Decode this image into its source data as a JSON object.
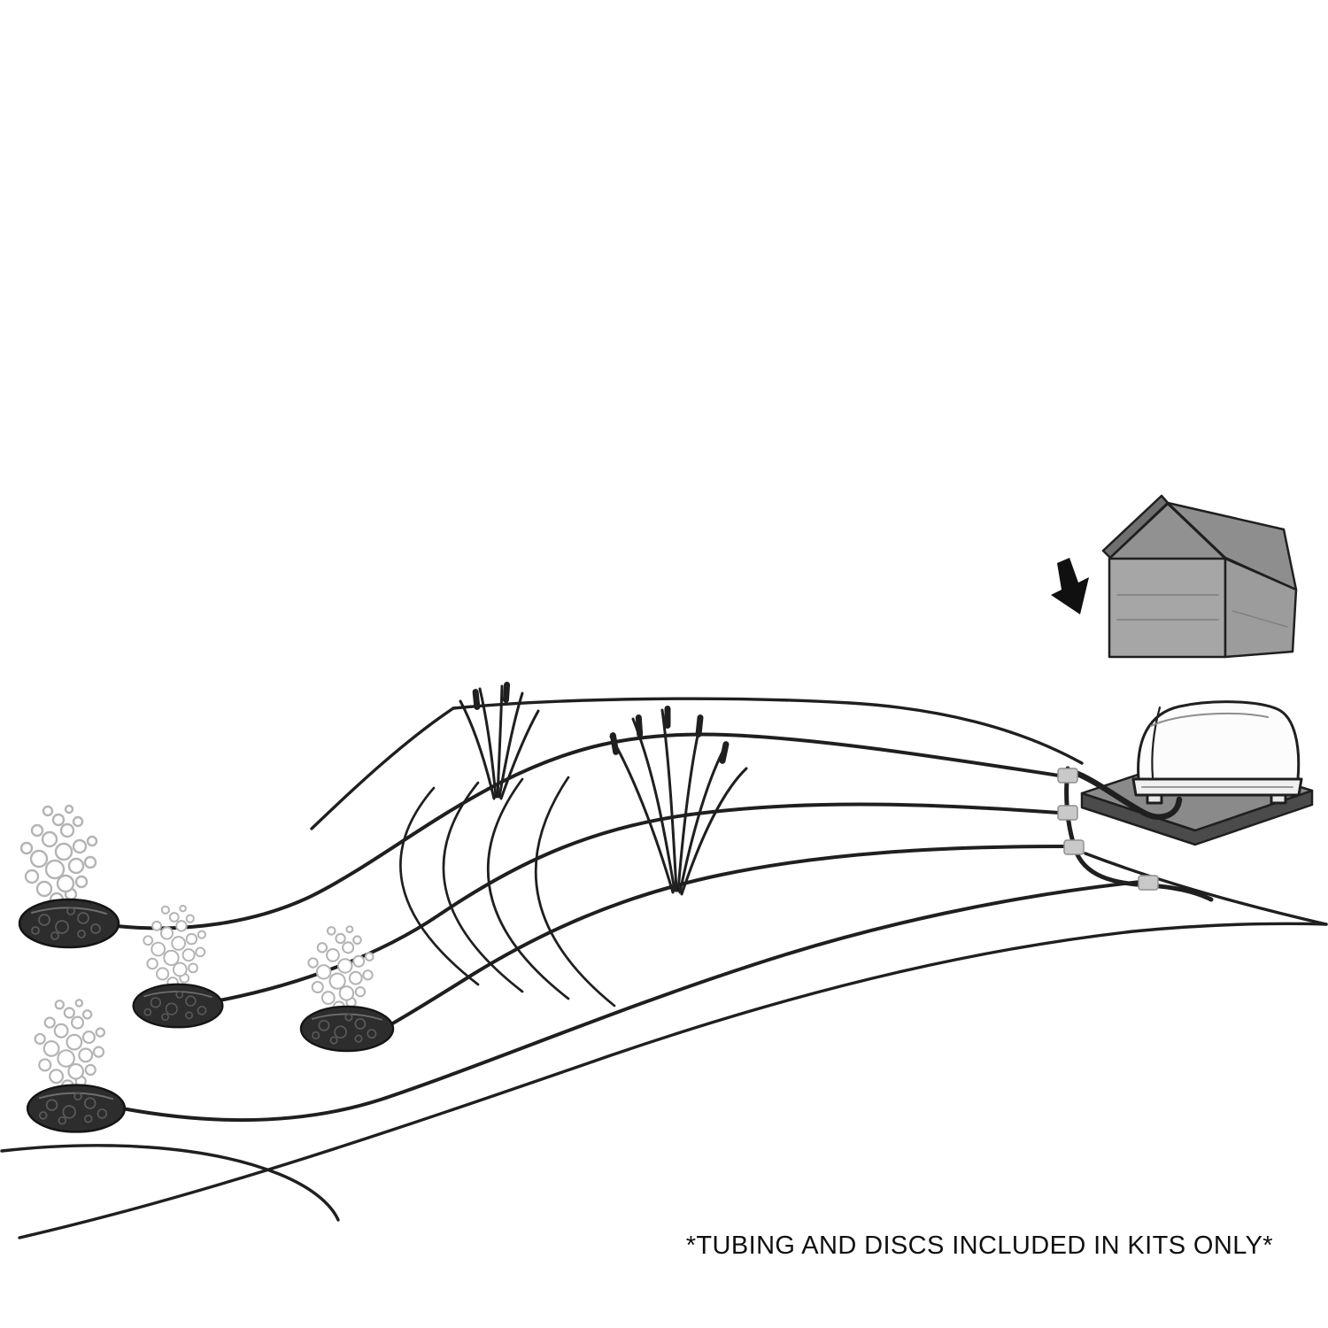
{
  "page": {
    "background": "#ffffff",
    "footnote": "*TUBING AND DISCS INCLUDED IN KITS ONLY*"
  },
  "diagram": {
    "description": "pond-aeration-system-line-drawing",
    "disc_count": 4,
    "icons": {
      "shed": "shed-icon",
      "arrow": "arrow-down-right-icon",
      "pump": "air-pump-icon",
      "pad": "pump-pad",
      "tubing": "airline-tubing",
      "connectors": "tubing-connectors",
      "discs": "aerator-disc-icon",
      "bubbles": "bubbles-icon",
      "cattails": "cattails-icon",
      "pond": "pond-shoreline"
    },
    "colors": {
      "ink": "#1f1f1f",
      "disc_fill": "#2d2d2d",
      "bubble_stroke": "#b4b4b4",
      "arrow": "#101010",
      "connector": "#c9c9c9",
      "pad_top": "#8a8a8a",
      "pad_side": "#4b4b4b",
      "roof": "#8e8e8e",
      "roof_edge": "#6f6f6f",
      "gable": "#919191",
      "wall": "#a6a6a6",
      "side_wall": "#9c9c9c",
      "pump_body": "#fcfcfc",
      "pump_base": "#f0f0f0"
    }
  }
}
